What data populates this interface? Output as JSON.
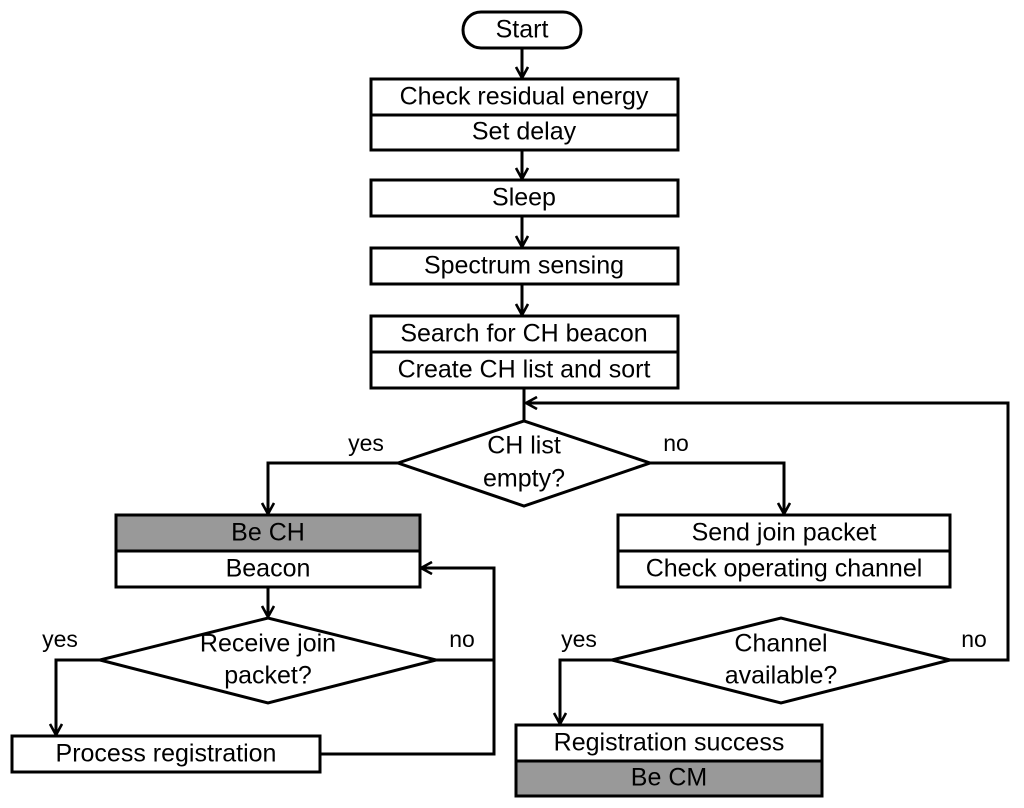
{
  "start": "Start",
  "energy_box": {
    "line1": "Check residual energy",
    "line2": "Set delay"
  },
  "sleep": "Sleep",
  "spectrum": "Spectrum sensing",
  "search_box": {
    "line1": "Search for CH beacon",
    "line2": "Create CH list and sort"
  },
  "decision_ch_empty": {
    "line1": "CH list",
    "line2": "empty?",
    "yes": "yes",
    "no": "no"
  },
  "ch_box": {
    "line1": "Be CH",
    "line2": "Beacon"
  },
  "decision_receive": {
    "line1": "Receive join",
    "line2": "packet?",
    "yes": "yes",
    "no": "no"
  },
  "process_registration": "Process registration",
  "join_box": {
    "line1": "Send join packet",
    "line2": "Check operating channel"
  },
  "decision_channel": {
    "line1": "Channel",
    "line2": "available?",
    "yes": "yes",
    "no": "no"
  },
  "cm_box": {
    "line1": "Registration success",
    "line2": "Be CM"
  },
  "colors": {
    "stroke": "#000000",
    "shaded_fill": "#999999",
    "background": "#ffffff"
  }
}
